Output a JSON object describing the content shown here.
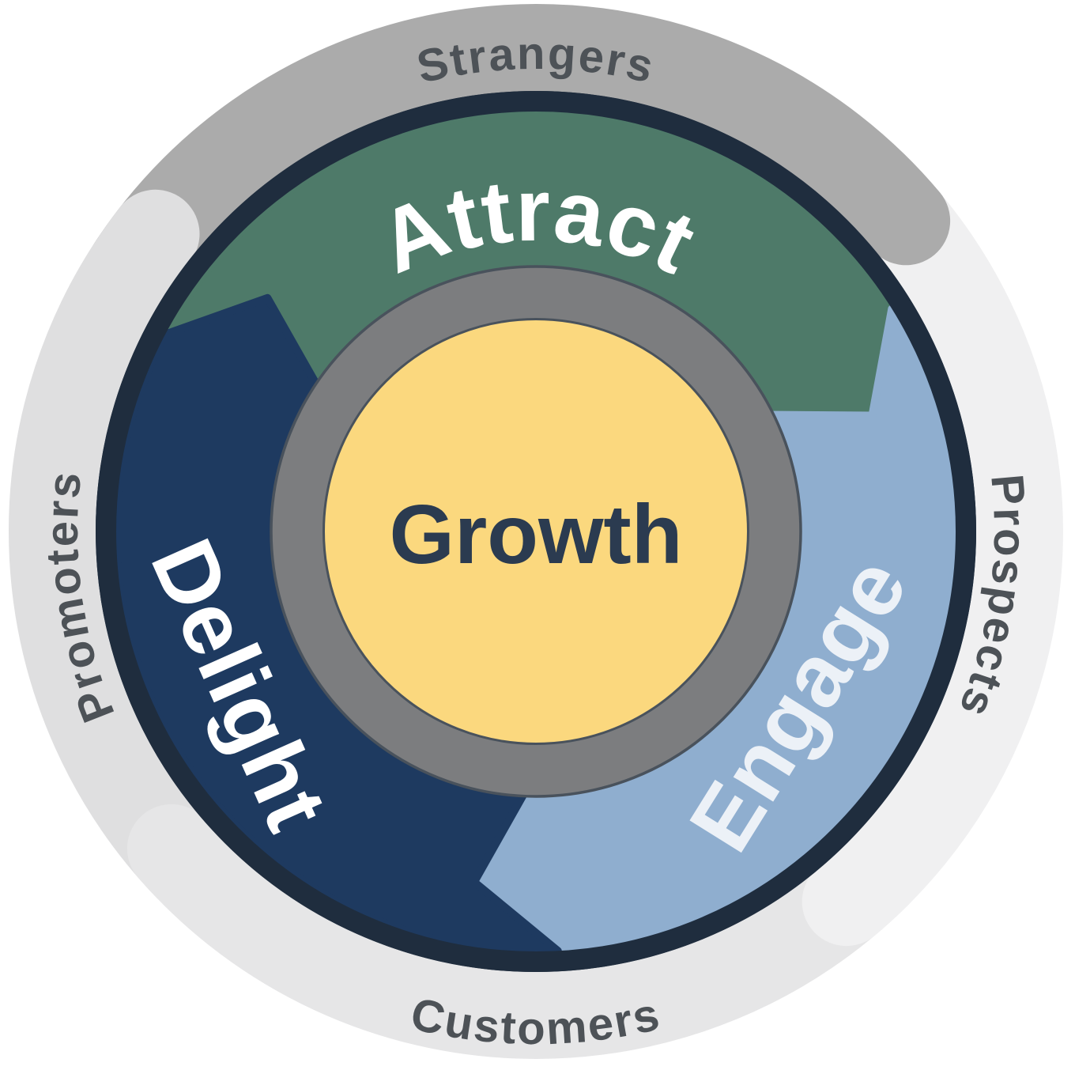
{
  "diagram": {
    "center_label": "Growth",
    "segments": [
      {
        "label": "Attract",
        "color": "#4E7A69",
        "label_color": "#FFFFFF"
      },
      {
        "label": "Engage",
        "color": "#8FAECF",
        "label_color": "#ECF1F7"
      },
      {
        "label": "Delight",
        "color": "#1E3A60",
        "label_color": "#FFFFFF"
      }
    ],
    "outer_ring": [
      {
        "label": "Strangers",
        "color": "#ABABAB"
      },
      {
        "label": "Prospects",
        "color": "#F0F0F1"
      },
      {
        "label": "Customers",
        "color": "#E6E6E7"
      },
      {
        "label": "Promoters",
        "color": "#DFDFE0"
      }
    ],
    "colors": {
      "background": "#FFFFFF",
      "flywheel_outline": "#1F2D3E",
      "hub_ring": "#7C7D7F",
      "hub_edge": "#49525C",
      "center_fill": "#FBD87E",
      "center_text": "#2B3B50",
      "ring_label_text": "#4D5257"
    }
  }
}
